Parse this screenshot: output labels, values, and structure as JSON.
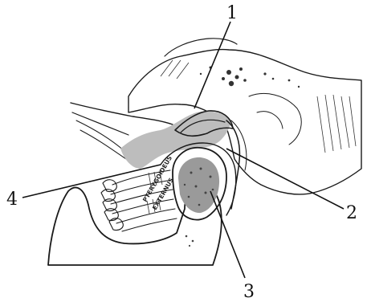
{
  "figure": {
    "labels": {
      "l1": "1",
      "l2": "2",
      "l3": "3",
      "l4": "4"
    },
    "muscle_text": {
      "line1": "PTERYGOIDEUS",
      "line2": "EXTERNUS"
    },
    "colors": {
      "shading": "#bdbdbd",
      "bone_fill": "#f4f4f4",
      "condyle": "#9a9a9a",
      "ink": "#1a1a1a"
    }
  }
}
